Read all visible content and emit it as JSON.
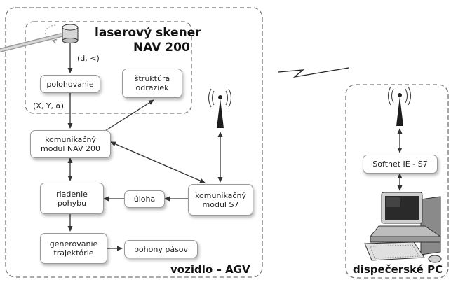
{
  "scanner": {
    "title_line1": "laserový skener",
    "title_line2": "NAV 200"
  },
  "edge_labels": {
    "scanner_out": "(d, <)",
    "position_out": "(X, Y, α)"
  },
  "nodes": {
    "positioning": "polohovanie",
    "reflectors_line1": "štruktúra",
    "reflectors_line2": "odraziek",
    "comm_nav_line1": "komunikačný",
    "comm_nav_line2": "modul NAV 200",
    "motion_line1": "riadenie",
    "motion_line2": "pohybu",
    "task": "úloha",
    "comm_s7_line1": "komunikačný",
    "comm_s7_line2": "modul S7",
    "trajectory_line1": "generovanie",
    "trajectory_line2": "trajektórie",
    "drives": "pohony pásov",
    "softnet": "Softnet IE - S7"
  },
  "groups": {
    "vehicle": "vozidlo – AGV",
    "dispatcher": "dispečerské PC"
  }
}
